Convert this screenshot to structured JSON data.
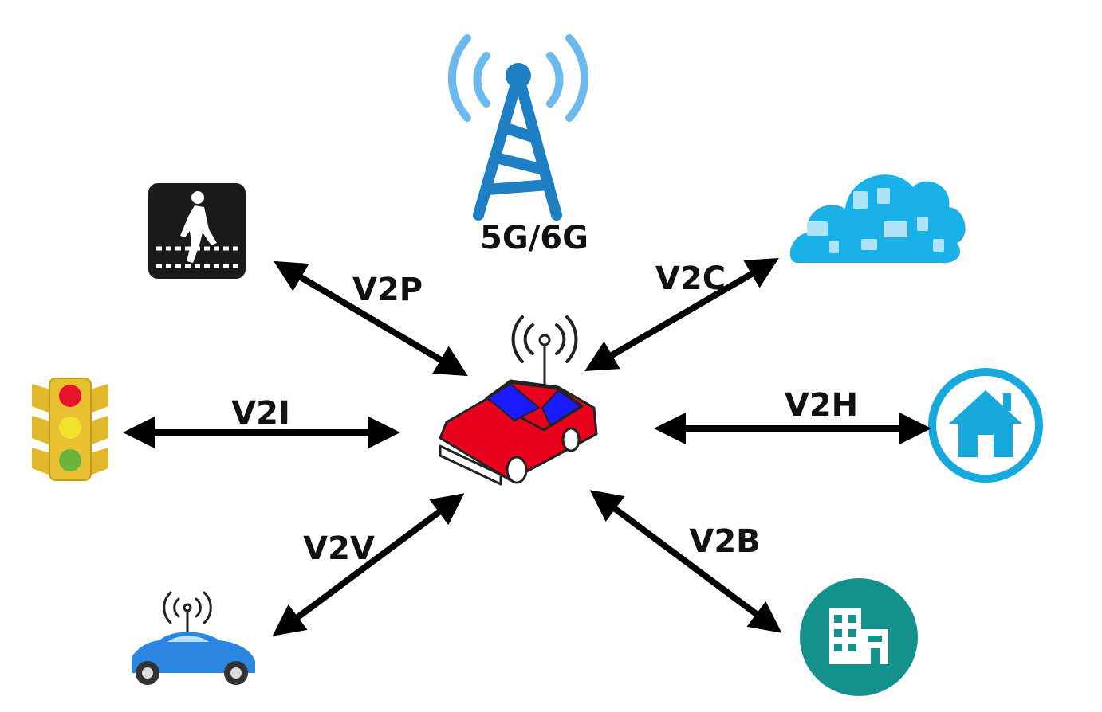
{
  "tower": {
    "label": "5G/6G"
  },
  "links": {
    "v2p": "V2P",
    "v2c": "V2C",
    "v2i": "V2I",
    "v2h": "V2H",
    "v2v": "V2V",
    "v2b": "V2B"
  },
  "icons": {
    "center": "red-car-with-antenna-icon",
    "tower": "cell-tower-icon",
    "pedestrian": "pedestrian-crossing-icon",
    "cloud": "cloud-icon",
    "traffic_light": "traffic-light-icon",
    "home": "home-icon",
    "vehicle": "blue-car-icon",
    "building": "building-icon"
  },
  "colors": {
    "arrow": "#000000",
    "tower": "#1e7fc4",
    "signal_waves": "#6cb9f0",
    "center_car_body": "#e8001c",
    "center_car_window": "#1a1aff",
    "cloud": "#1ab0e8",
    "home": "#17a9dc",
    "building": "#14918c",
    "traffic_light_body": "#e0b92a",
    "blue_car": "#2a86e0"
  }
}
